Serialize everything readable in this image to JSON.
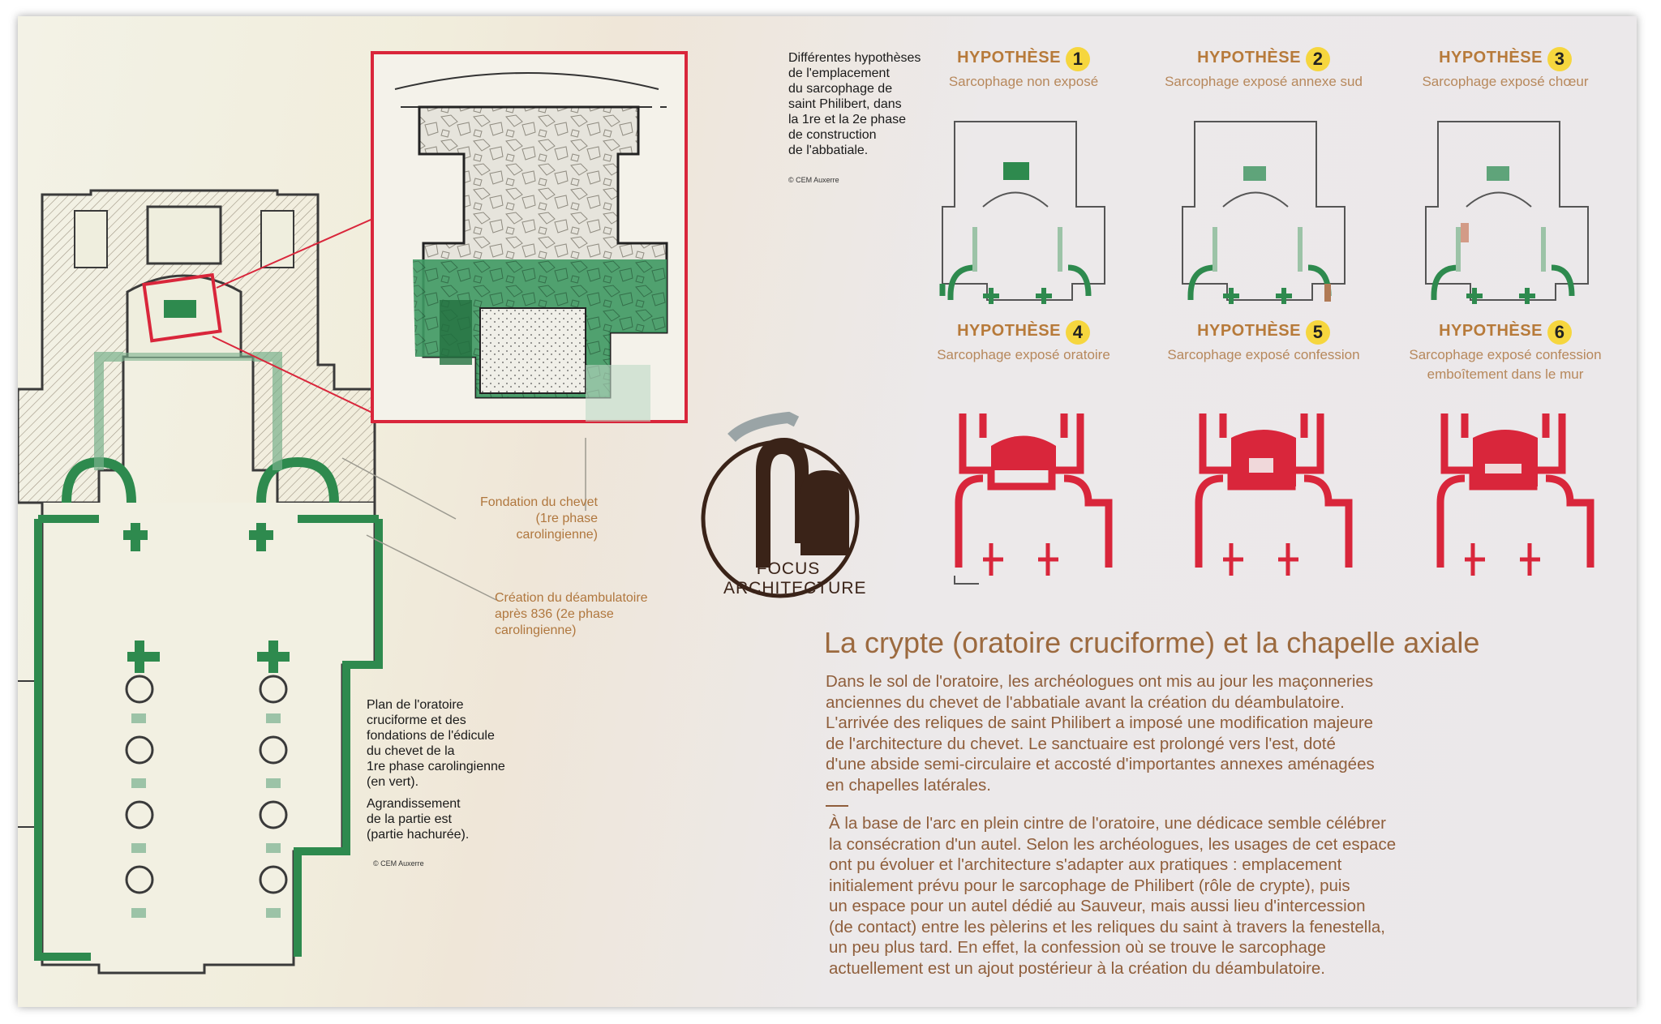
{
  "intro": {
    "lines": [
      "Différentes hypothèses",
      "de l'emplacement",
      "du sarcophage de",
      "saint Philibert, dans",
      "la 1re et la 2e phase",
      "de construction",
      "de l'abbatiale."
    ],
    "copyright": "© CEM Auxerre"
  },
  "hypotheses": [
    {
      "title": "HYPOTHÈSE",
      "num": "1",
      "sub": "Sarcophage non exposé",
      "sub2": ""
    },
    {
      "title": "HYPOTHÈSE",
      "num": "2",
      "sub": "Sarcophage exposé annexe sud",
      "sub2": ""
    },
    {
      "title": "HYPOTHÈSE",
      "num": "3",
      "sub": "Sarcophage exposé chœur",
      "sub2": ""
    },
    {
      "title": "HYPOTHÈSE",
      "num": "4",
      "sub": "Sarcophage exposé oratoire",
      "sub2": ""
    },
    {
      "title": "HYPOTHÈSE",
      "num": "5",
      "sub": "Sarcophage exposé confession",
      "sub2": ""
    },
    {
      "title": "HYPOTHÈSE",
      "num": "6",
      "sub": "Sarcophage exposé confession",
      "sub2": "emboîtement dans le mur"
    }
  ],
  "annotations": {
    "fondation": [
      "Fondation du chevet",
      "(1re phase",
      "carolingienne)"
    ],
    "creation": [
      "Création du déambulatoire",
      "après 836 (2e phase",
      "carolingienne)"
    ]
  },
  "plan_caption": {
    "lines": [
      "Plan de l'oratoire",
      "cruciforme et des",
      "fondations de l'édicule",
      "du chevet de la",
      "1re phase carolingienne",
      "(en vert)."
    ],
    "lines2": [
      "Agrandissement",
      "de la partie est",
      "(partie hachurée)."
    ],
    "copyright": "© CEM Auxerre"
  },
  "focus": {
    "line1": "FOCUS",
    "line2": "ARCHITECTURE"
  },
  "title": "La crypte (oratoire cruciforme) et la chapelle axiale",
  "paragraph1": [
    "Dans le sol de l'oratoire, les archéologues ont mis au jour les maçonneries",
    "anciennes du chevet de l'abbatiale avant la création du déambulatoire.",
    "L'arrivée des reliques de saint Philibert a imposé une modification majeure",
    "de l'architecture du chevet. Le sanctuaire est prolongé vers l'est, doté",
    "d'une abside semi-circulaire et accosté d'importantes annexes aménagées",
    "en chapelles latérales."
  ],
  "paragraph2": [
    "À la base de l'arc en plein cintre de l'oratoire, une dédicace semble célébrer",
    "la consécration d'un autel. Selon les archéologues, les usages de cet espace",
    "ont pu évoluer et l'architecture s'adapter aux pratiques : emplacement",
    "initialement prévu pour le sarcophage de Philibert (rôle de crypte), puis",
    "un espace pour un autel dédié au Sauveur, mais aussi lieu d'intercession",
    "(de contact) entre les pèlerins et les reliques du saint à travers la fenestella,",
    "un peu plus tard. En effet, la confession où se trouve le sarcophage",
    "actuellement est un ajout postérieur à la création du déambulatoire."
  ],
  "colors": {
    "green": "#2e8a4e",
    "red": "#d9263b",
    "brown_text": "#8f5e3b",
    "accent_yellow": "#f6d63e"
  }
}
